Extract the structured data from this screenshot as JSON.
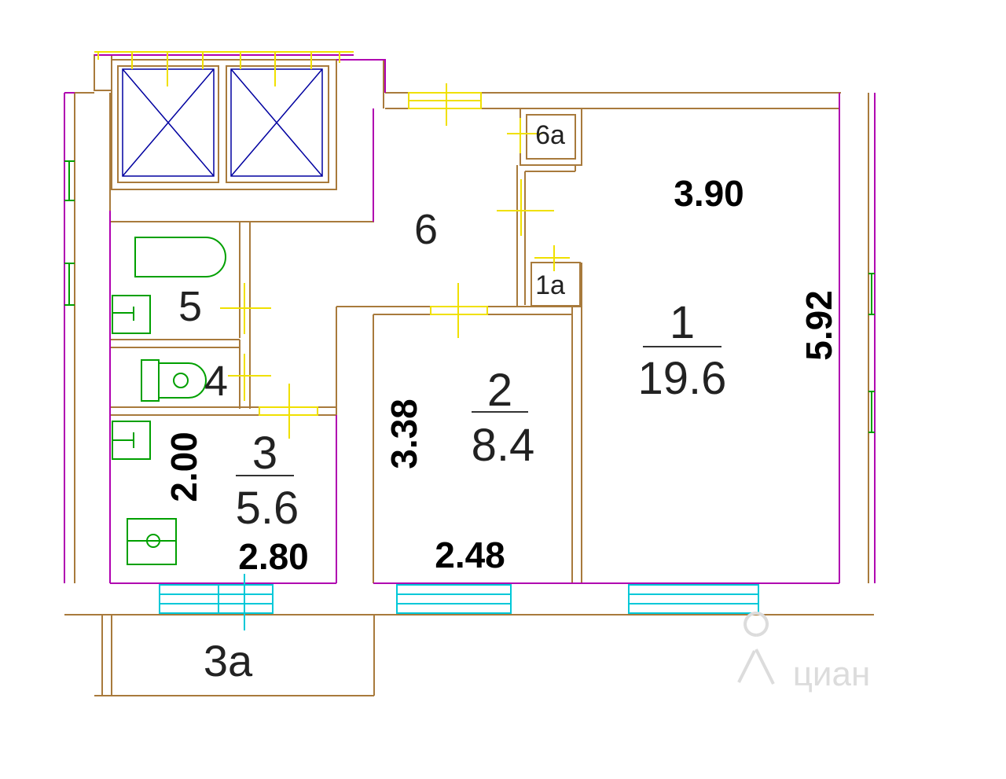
{
  "plan": {
    "rooms": [
      {
        "id": "1",
        "number": "1",
        "area": "19.6"
      },
      {
        "id": "1a",
        "number": "1a",
        "area": ""
      },
      {
        "id": "2",
        "number": "2",
        "area": "8.4"
      },
      {
        "id": "3",
        "number": "3",
        "area": "5.6"
      },
      {
        "id": "3a",
        "number": "3a",
        "area": ""
      },
      {
        "id": "4",
        "number": "4",
        "area": ""
      },
      {
        "id": "5",
        "number": "5",
        "area": ""
      },
      {
        "id": "6",
        "number": "6",
        "area": ""
      },
      {
        "id": "6a",
        "number": "6a",
        "area": ""
      }
    ],
    "dimensions": {
      "room1_width": "3.90",
      "room1_length": "5.92",
      "room2_length": "3.38",
      "room2_width": "2.48",
      "room3_length": "2.00",
      "room3_width": "2.80"
    },
    "watermark": "циан",
    "colors": {
      "wall_outer": "#b000b0",
      "wall_inner": "#a87a3c",
      "door": "#ffff00",
      "window": "#00c8d8",
      "vent": "#0000a0",
      "fixture": "#00a000"
    }
  }
}
